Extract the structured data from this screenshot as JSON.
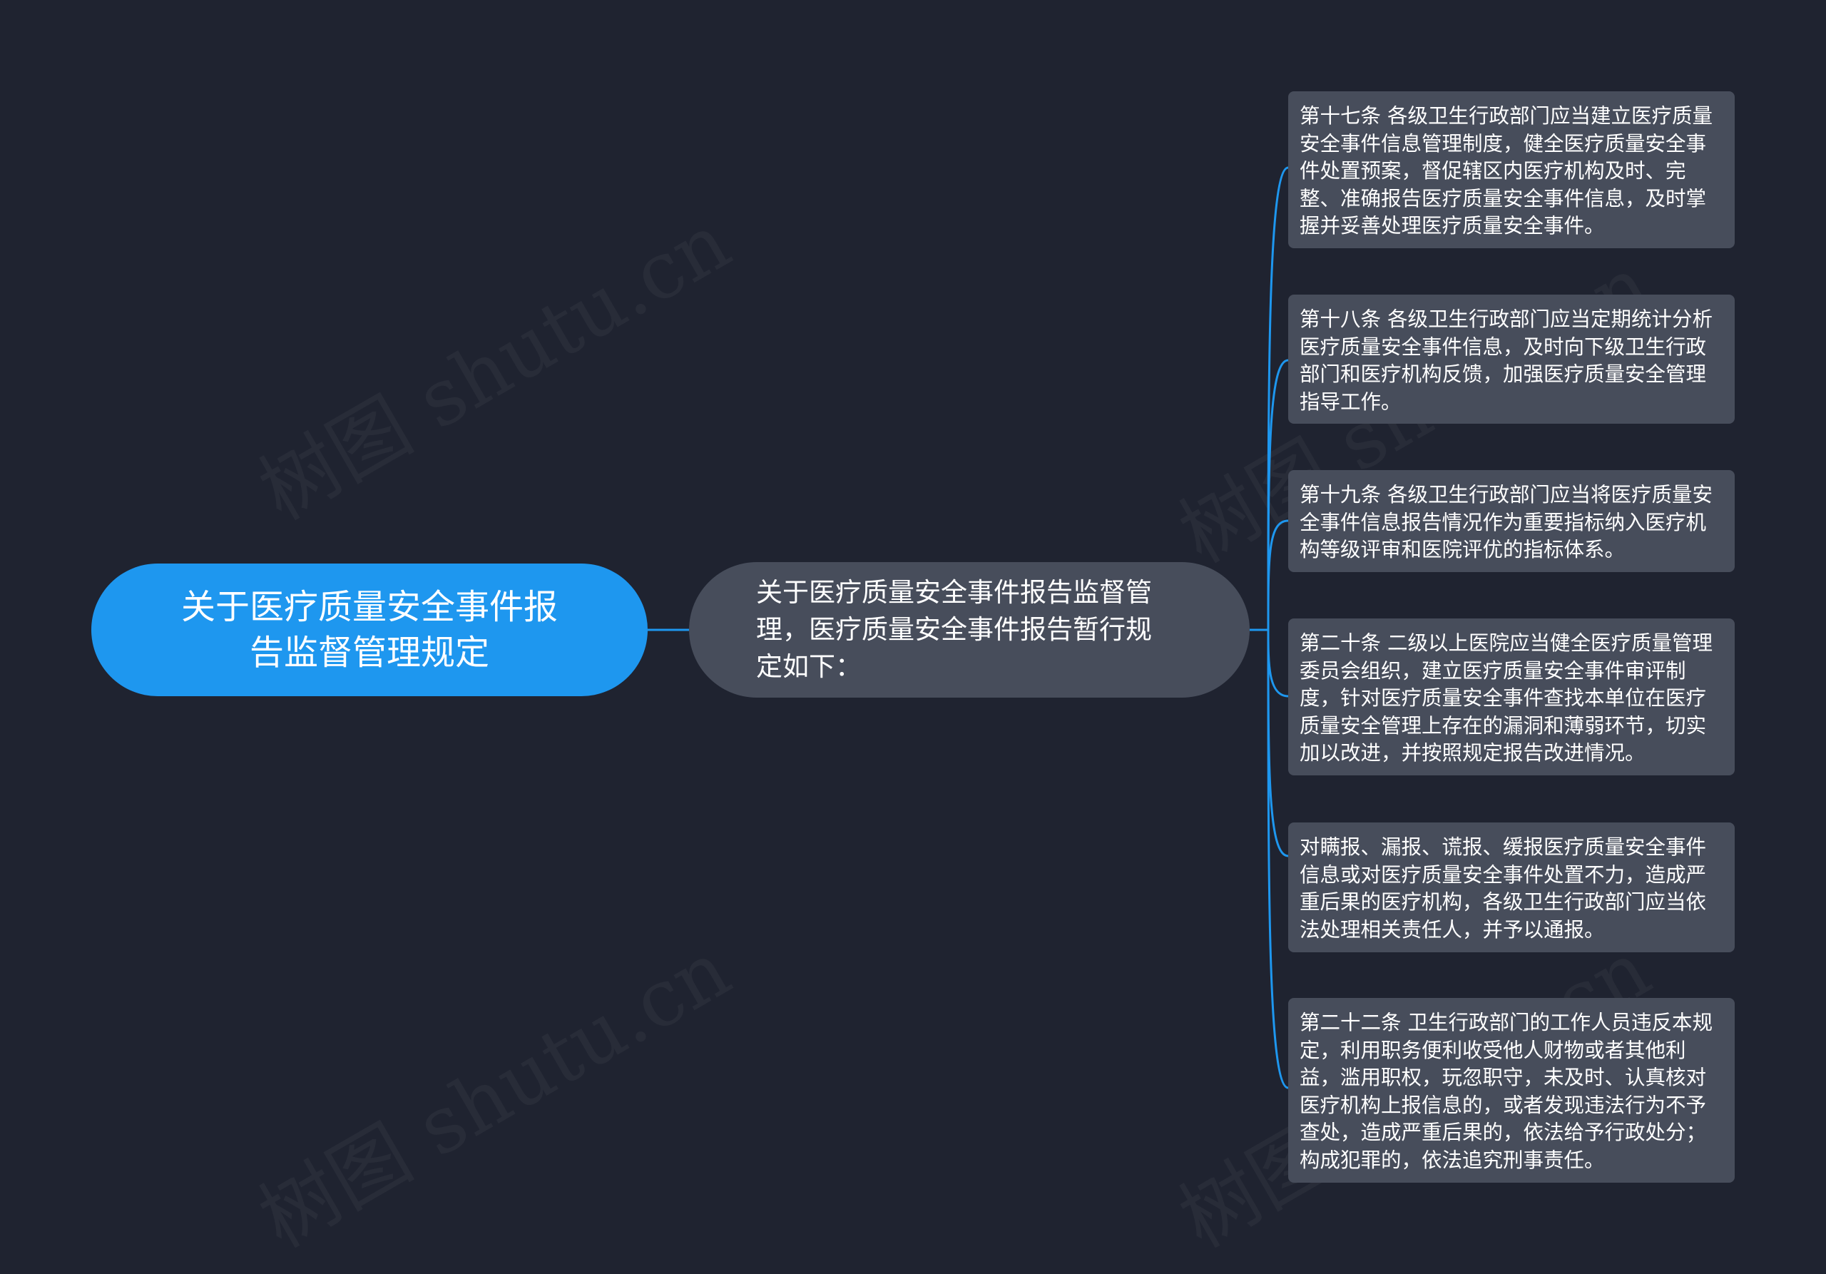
{
  "colors": {
    "background": "#1f2330",
    "root_fill": "#1e97ef",
    "node_fill": "#474d5b",
    "connector": "#1e97ef",
    "text": "#ffffff"
  },
  "watermark": "树图 shutu.cn",
  "root": {
    "text": "关于医疗质量安全事件报告监督管理规定"
  },
  "mid": {
    "text": "关于医疗质量安全事件报告监督管理，医疗质量安全事件报告暂行规定如下："
  },
  "leaves": [
    {
      "text": "第十七条 各级卫生行政部门应当建立医疗质量安全事件信息管理制度，健全医疗质量安全事件处置预案，督促辖区内医疗机构及时、完整、准确报告医疗质量安全事件信息，及时掌握并妥善处理医疗质量安全事件。"
    },
    {
      "text": "第十八条 各级卫生行政部门应当定期统计分析医疗质量安全事件信息，及时向下级卫生行政部门和医疗机构反馈，加强医疗质量安全管理指导工作。"
    },
    {
      "text": "第十九条 各级卫生行政部门应当将医疗质量安全事件信息报告情况作为重要指标纳入医疗机构等级评审和医院评优的指标体系。"
    },
    {
      "text": "第二十条 二级以上医院应当健全医疗质量管理委员会组织，建立医疗质量安全事件审评制度，针对医疗质量安全事件查找本单位在医疗质量安全管理上存在的漏洞和薄弱环节，切实加以改进，并按照规定报告改进情况。"
    },
    {
      "text": "对瞒报、漏报、谎报、缓报医疗质量安全事件信息或对医疗质量安全事件处置不力，造成严重后果的医疗机构，各级卫生行政部门应当依法处理相关责任人，并予以通报。"
    },
    {
      "text": "第二十二条 卫生行政部门的工作人员违反本规定，利用职务便利收受他人财物或者其他利益，滥用职权，玩忽职守，未及时、认真核对医疗机构上报信息的，或者发现违法行为不予查处，造成严重后果的，依法给予行政处分；构成犯罪的，依法追究刑事责任。"
    }
  ]
}
